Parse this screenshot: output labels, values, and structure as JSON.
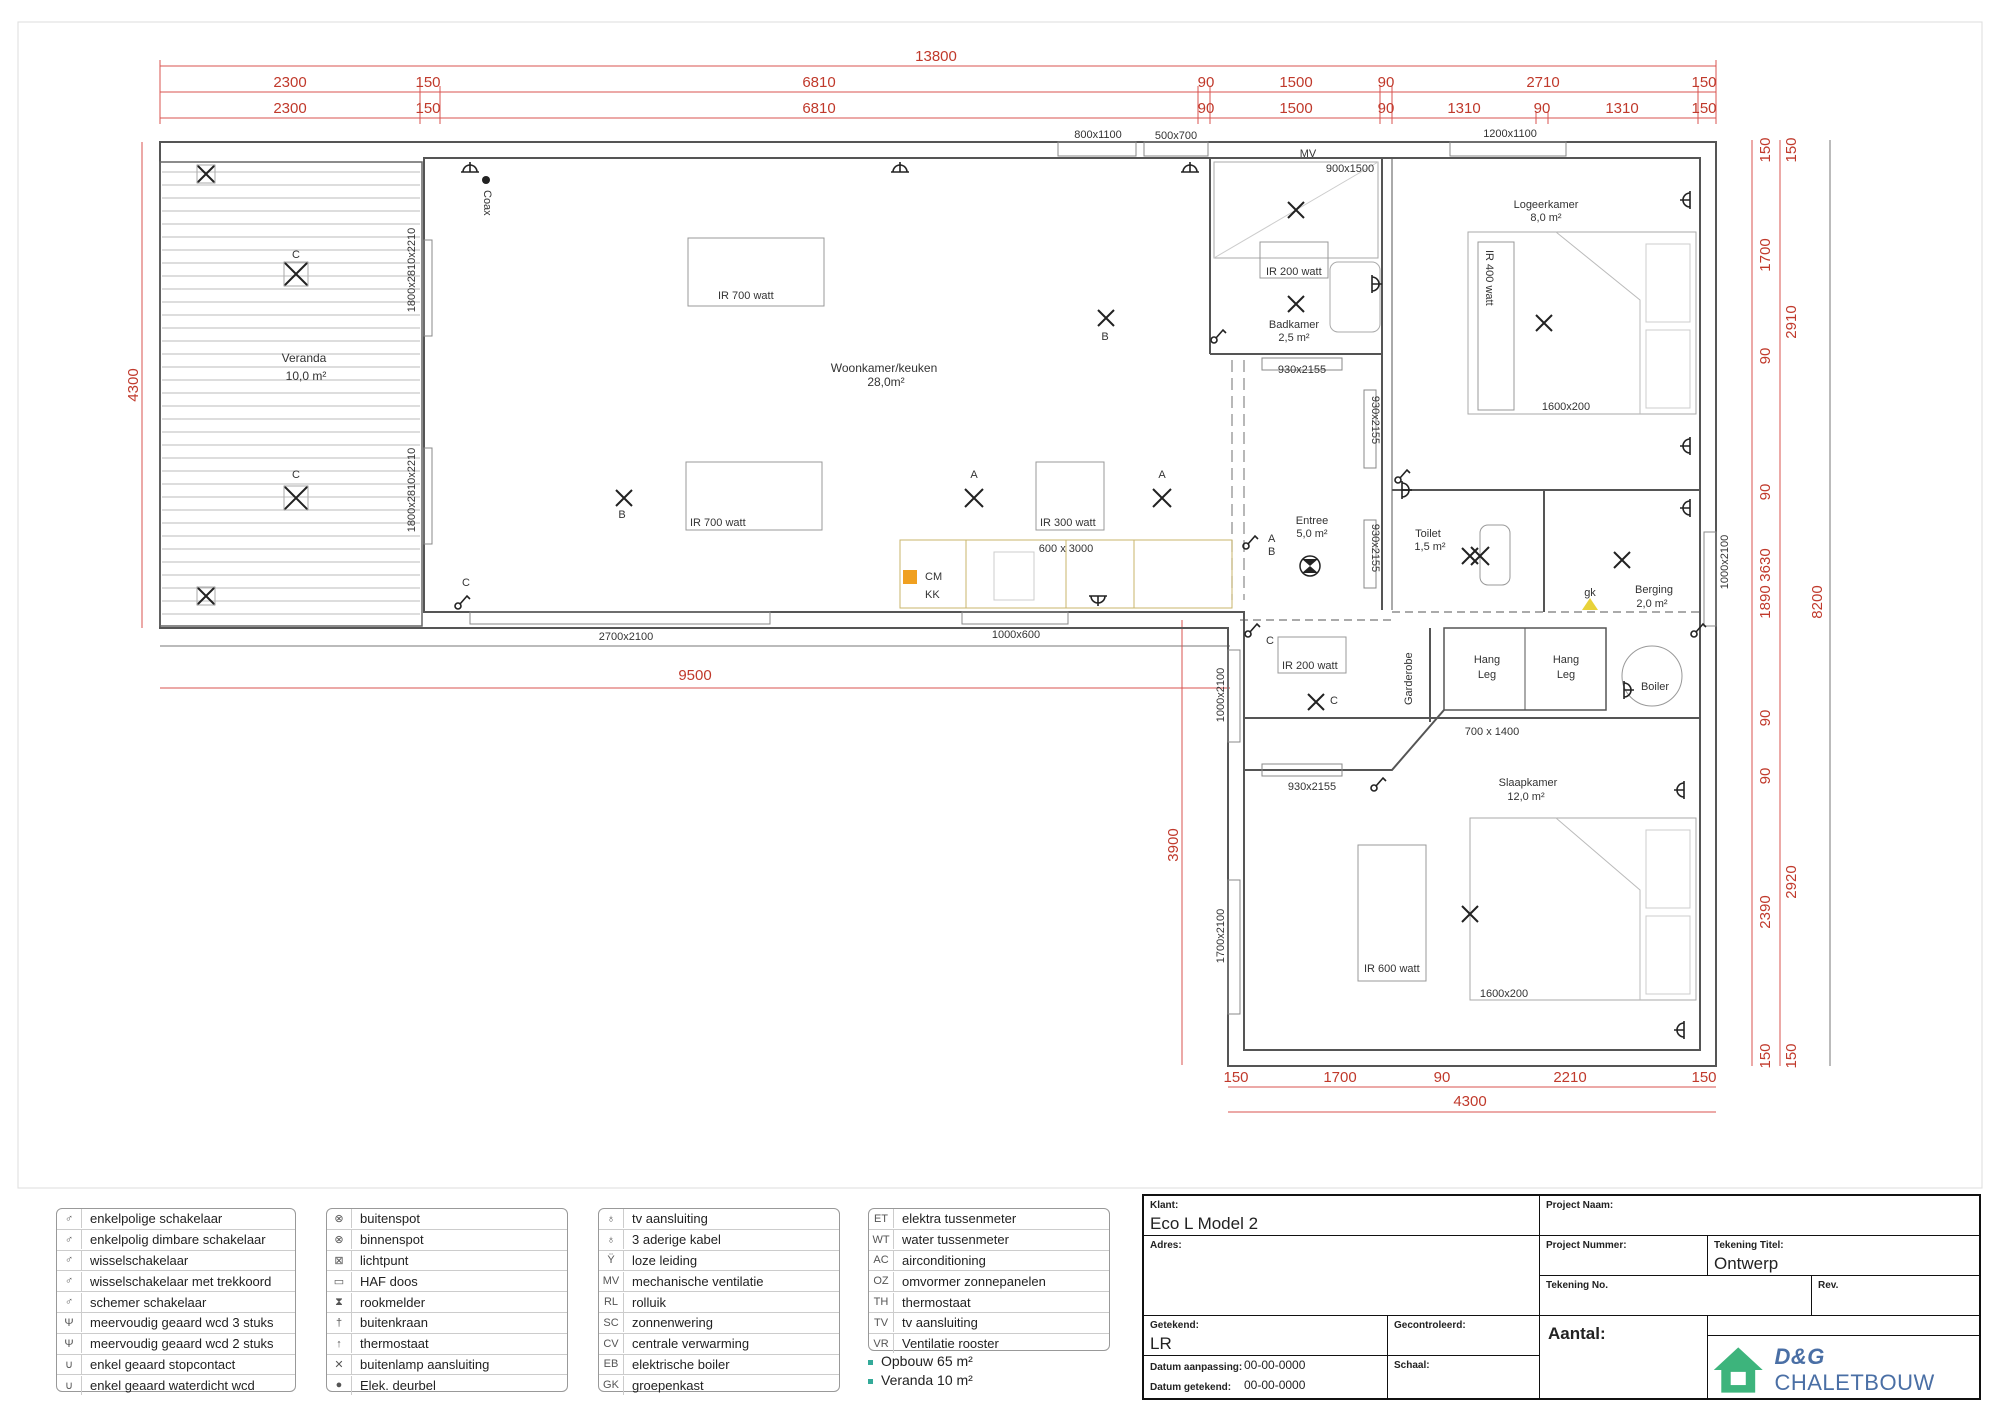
{
  "dimensions": {
    "overall_top": "13800",
    "top_row1": [
      "2300",
      "150",
      "6810",
      "90",
      "1500",
      "90",
      "2710",
      "150"
    ],
    "top_row2": [
      "2300",
      "150",
      "6810",
      "90",
      "1500",
      "90",
      "1310",
      "90",
      "1310",
      "150"
    ],
    "left": "4300",
    "bottom_left": "9500",
    "bottom_right_parts": [
      "150",
      "1700",
      "90",
      "2210",
      "150"
    ],
    "bottom_right_total": "4300",
    "right_inner": [
      "150",
      "1700",
      "90",
      "90",
      "1890",
      "90",
      "90",
      "2390",
      "150"
    ],
    "right_mid": [
      "150",
      "2910",
      "3630",
      "2920",
      "150"
    ],
    "right_total": "8200",
    "left_lower": "3900"
  },
  "rooms": {
    "veranda": {
      "name": "Veranda",
      "area": "10,0 m²"
    },
    "woonkamer": {
      "name": "Woonkamer/keuken",
      "area": "28,0m²"
    },
    "badkamer": {
      "name": "Badkamer",
      "area": "2,5 m²"
    },
    "logeerkamer": {
      "name": "Logeerkamer",
      "area": "8,0 m²"
    },
    "entree": {
      "name": "Entree",
      "area": "5,0 m²"
    },
    "toilet": {
      "name": "Toilet",
      "area": "1,5 m²"
    },
    "berging": {
      "name": "Berging",
      "area": "2,0 m²"
    },
    "slaapkamer": {
      "name": "Slaapkamer",
      "area": "12,0 m²"
    }
  },
  "openings": {
    "w800": "800x1100",
    "w500": "500x700",
    "mv": "MV",
    "w1200": "1200x1100",
    "shower": "900x1500",
    "v1": "1800x2810x2210",
    "v2": "1800x2810x2210",
    "d930a": "930x2155",
    "d930b": "930x2155",
    "d930c": "930x2155",
    "d930d": "930x2155",
    "kitchen": "600 x 3000",
    "d2700": "2700x2100",
    "w1000": "1000x600",
    "d1000a": "1000x2100",
    "d1000b": "1000x2100",
    "d1700": "1700x2100",
    "wardrobe": "700 x 1400",
    "bed1": "1600x200",
    "bed2": "1600x200"
  },
  "heaters": {
    "ir700a": "IR 700 watt",
    "ir700b": "IR 700 watt",
    "ir300": "IR 300 watt",
    "ir200a": "IR 200 watt",
    "ir200b": "IR 200 watt",
    "ir400": "IR 400 watt",
    "ir600": "IR 600 watt"
  },
  "labels": {
    "coax": "Coax",
    "cm": "CM",
    "kk": "KK",
    "gk": "gk",
    "garderobe": "Garderobe",
    "hang1": "Hang",
    "leg1": "Leg",
    "hang2": "Hang",
    "leg2": "Leg",
    "boiler": "Boiler",
    "A": "A",
    "B": "B",
    "C": "C"
  },
  "legend": [
    [
      "enkelpolige schakelaar",
      "enkelpolig dimbare schakelaar",
      "wisselschakelaar",
      "wisselschakelaar met trekkoord",
      "schemer schakelaar",
      "meervoudig geaard wcd 3 stuks",
      "meervoudig geaard wcd 2 stuks",
      "enkel geaard stopcontact",
      "enkel geaard waterdicht wcd"
    ],
    [
      "buitenspot",
      "binnenspot",
      "lichtpunt",
      "HAF doos",
      "rookmelder",
      "buitenkraan",
      "thermostaat",
      "buitenlamp aansluiting",
      "Elek. deurbel"
    ],
    [
      "tv aansluiting",
      "3 aderige kabel",
      "loze leiding",
      "mechanische ventilatie",
      "rolluik",
      "zonnenwering",
      "centrale verwarming",
      "elektrische boiler",
      "groepenkast"
    ],
    [
      "elektra tussenmeter",
      "water tussenmeter",
      "airconditioning",
      "omvormer zonnepanelen",
      "thermostaat",
      "tv aansluiting",
      "Ventilatie rooster"
    ]
  ],
  "legend_codes3": [
    "",
    "",
    "",
    "MV",
    "RL",
    "SC",
    "CV",
    "EB",
    "GK"
  ],
  "legend_codes4": [
    "ET",
    "WT",
    "AC",
    "OZ",
    "TH",
    "TV",
    "VR"
  ],
  "summary": [
    "Opbouw 65 m²",
    "Veranda 10 m²"
  ],
  "title_block": {
    "klant_label": "Klant:",
    "klant": "Eco L Model 2",
    "adres_label": "Adres:",
    "project_naam_label": "Project Naam:",
    "project_nummer_label": "Project Nummer:",
    "tekening_titel_label": "Tekening Titel:",
    "tekening_titel": "Ontwerp",
    "tekening_no_label": "Tekening No.",
    "rev_label": "Rev.",
    "getekend_label": "Getekend:",
    "getekend": "LR",
    "gecontroleerd_label": "Gecontroleerd:",
    "datum_aanpassing_label": "Datum aanpassing:",
    "datum_aanpassing": "00-00-0000",
    "datum_getekend_label": "Datum getekend:",
    "datum_getekend": "00-00-0000",
    "schaal_label": "Schaal:",
    "aantal_label": "Aantal:",
    "logo_a": "D&G",
    "logo_b": "CHALETBOUW"
  }
}
